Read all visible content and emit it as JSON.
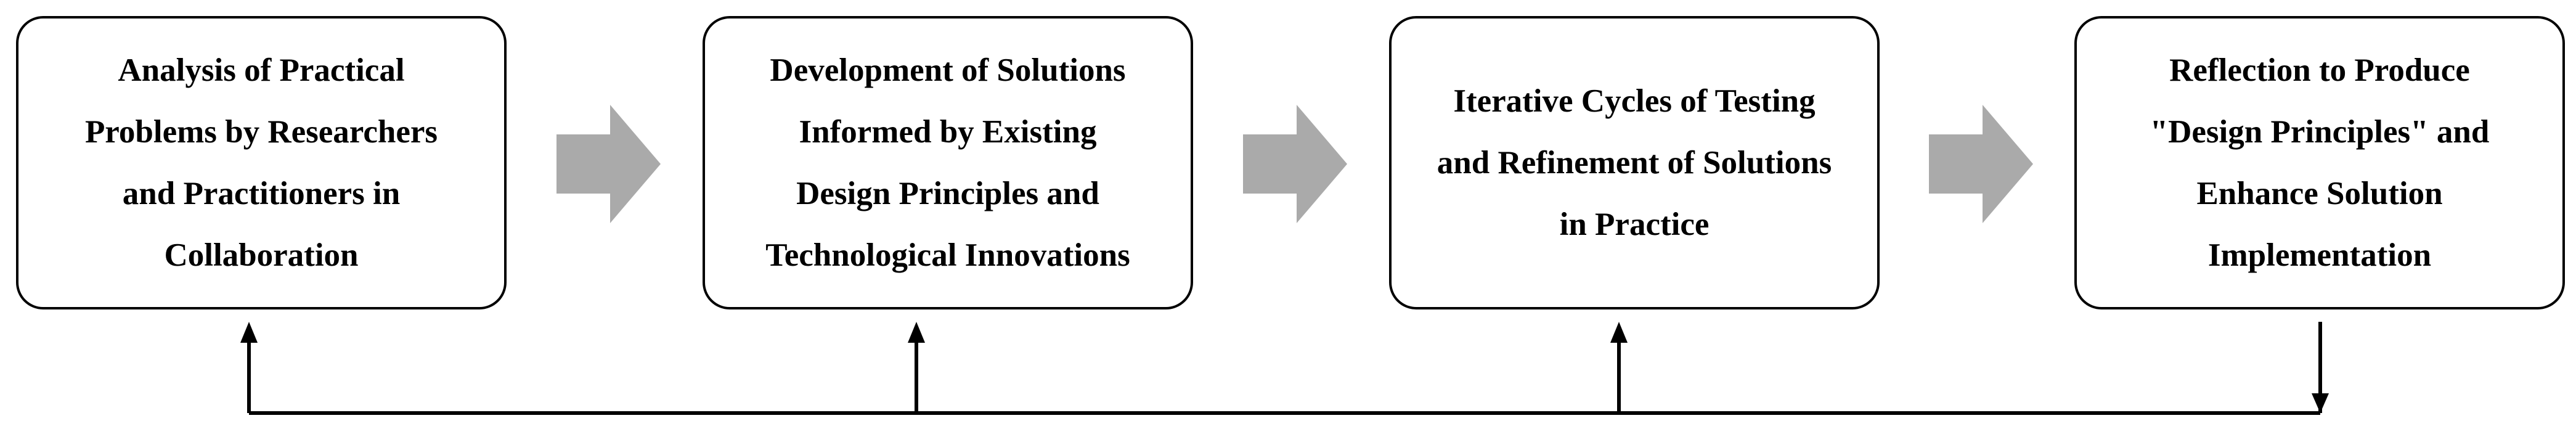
{
  "diagram": {
    "steps": [
      {
        "label": "Analysis of Practical\nProblems by Researchers\nand Practitioners in\nCollaboration"
      },
      {
        "label": "Development of Solutions\nInformed by Existing\nDesign Principles and\nTechnological Innovations"
      },
      {
        "label": "Iterative Cycles of Testing\nand Refinement of Solutions\nin Practice"
      },
      {
        "label": "Reflection to Produce\n\"Design Principles\" and\nEnhance Solution\nImplementation"
      }
    ],
    "colors": {
      "box_border": "#000000",
      "box_fill": "#ffffff",
      "block_arrow": "#aaaaaa",
      "feedback_line": "#000000",
      "text": "#000000"
    }
  }
}
